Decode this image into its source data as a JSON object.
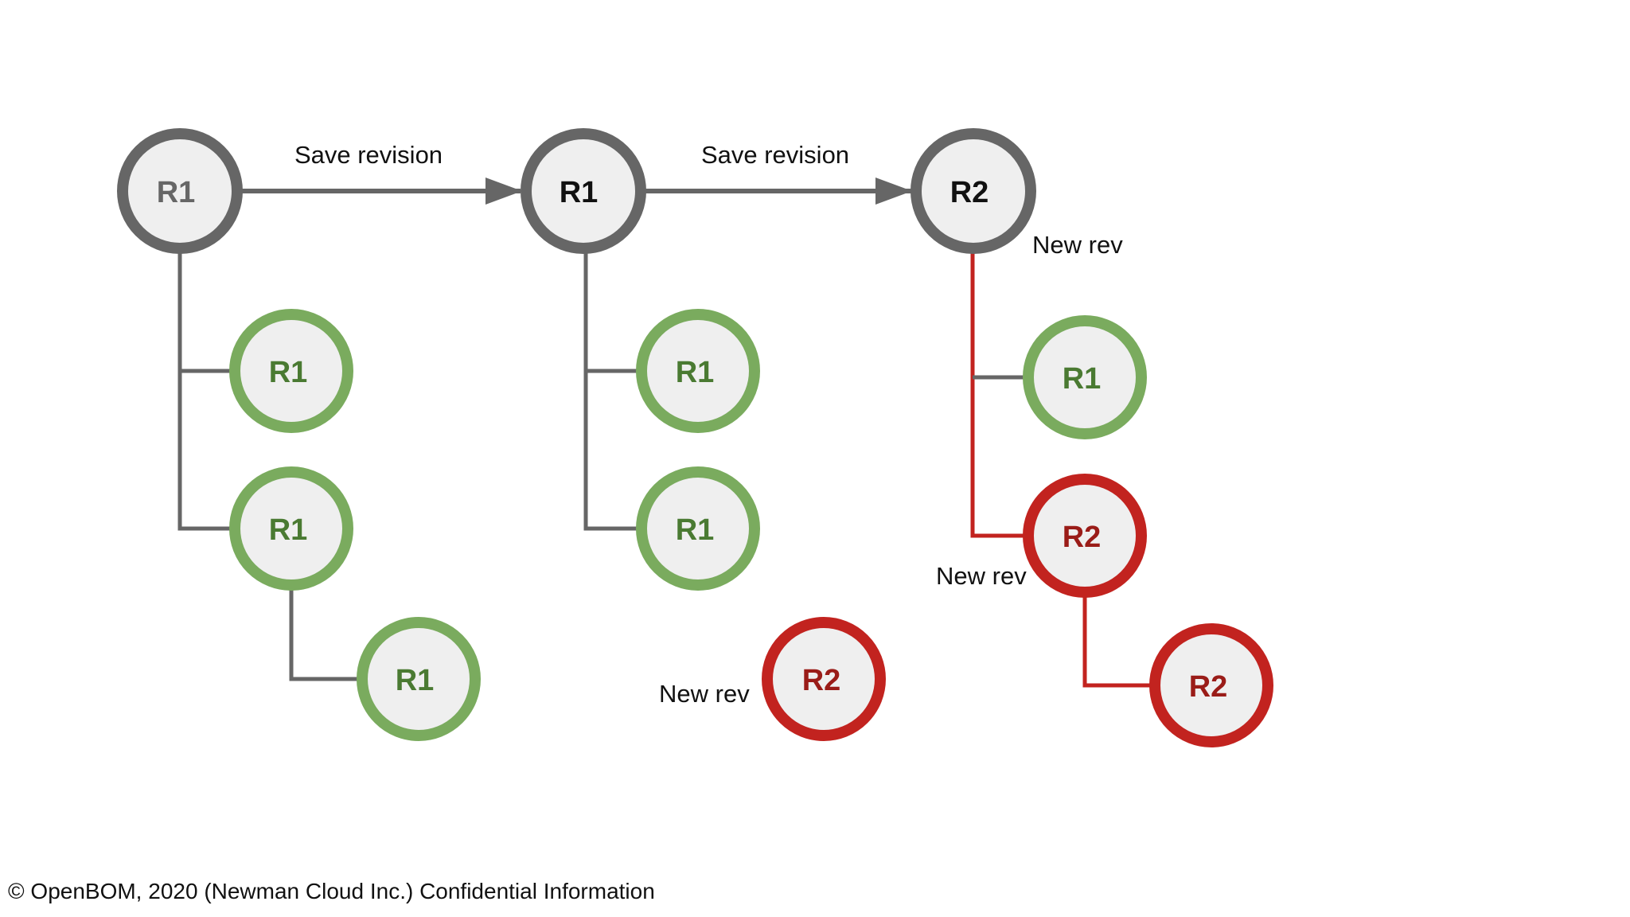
{
  "colors": {
    "gray": "#666666",
    "green": "#7aab5e",
    "green_text": "#4a7a32",
    "red": "#c2231f",
    "red_text": "#9a1c18",
    "node_fill": "#efefef",
    "label": "#111111"
  },
  "diagram": {
    "nodes": [
      {
        "id": "top-1",
        "label": "R1",
        "style": "gray-dim"
      },
      {
        "id": "top-2",
        "label": "R1",
        "style": "gray"
      },
      {
        "id": "top-3",
        "label": "R2",
        "style": "gray"
      },
      {
        "id": "a-child-1",
        "label": "R1",
        "style": "green"
      },
      {
        "id": "a-child-2",
        "label": "R1",
        "style": "green"
      },
      {
        "id": "a-grandchild",
        "label": "R1",
        "style": "green"
      },
      {
        "id": "b-child-1",
        "label": "R1",
        "style": "green"
      },
      {
        "id": "b-child-2",
        "label": "R1",
        "style": "green"
      },
      {
        "id": "b-new",
        "label": "R2",
        "style": "red"
      },
      {
        "id": "c-child-1",
        "label": "R1",
        "style": "green"
      },
      {
        "id": "c-child-2",
        "label": "R2",
        "style": "red"
      },
      {
        "id": "c-grandchild",
        "label": "R2",
        "style": "red"
      }
    ],
    "edge_labels": {
      "save_revision_1": "Save revision",
      "save_revision_2": "Save revision",
      "new_rev_top": "New rev",
      "new_rev_child": "New rev",
      "new_rev_standalone": "New rev"
    }
  },
  "footer": {
    "text": "© OpenBOM, 2020 (Newman Cloud Inc.) Confidential Information"
  }
}
